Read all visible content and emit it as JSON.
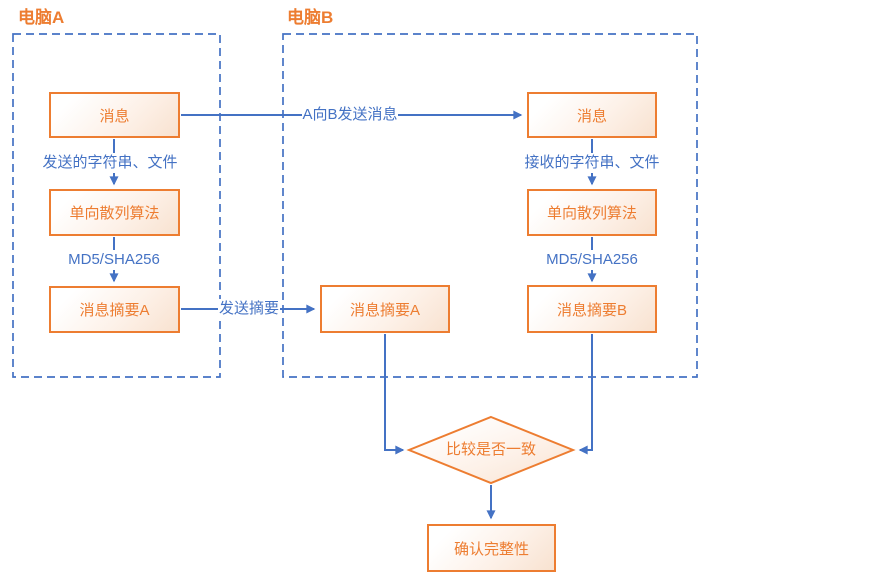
{
  "diagram": {
    "groups": [
      {
        "title": "电脑A"
      },
      {
        "title": "电脑B"
      }
    ],
    "nodes": {
      "a_message": {
        "label": "消息"
      },
      "a_hash": {
        "label": "单向散列算法"
      },
      "a_digest": {
        "label": "消息摘要A"
      },
      "b_message": {
        "label": "消息"
      },
      "b_hash": {
        "label": "单向散列算法"
      },
      "b_digest_b": {
        "label": "消息摘要B"
      },
      "b_digest_a": {
        "label": "消息摘要A"
      },
      "compare": {
        "label": "比较是否一致"
      },
      "confirm": {
        "label": "确认完整性"
      }
    },
    "edge_labels": {
      "a_send_content": "发送的字符串、文件",
      "a_algorithm": "MD5/SHA256",
      "send_message": "A向B发送消息",
      "send_digest": "发送摘要",
      "b_recv_content": "接收的字符串、文件",
      "b_algorithm": "MD5/SHA256"
    },
    "colors": {
      "orange": "#ED7D31",
      "blue": "#4472C4",
      "node_fill_light": "#FFFFFF",
      "node_fill_shade": "#F8E2D0"
    }
  }
}
